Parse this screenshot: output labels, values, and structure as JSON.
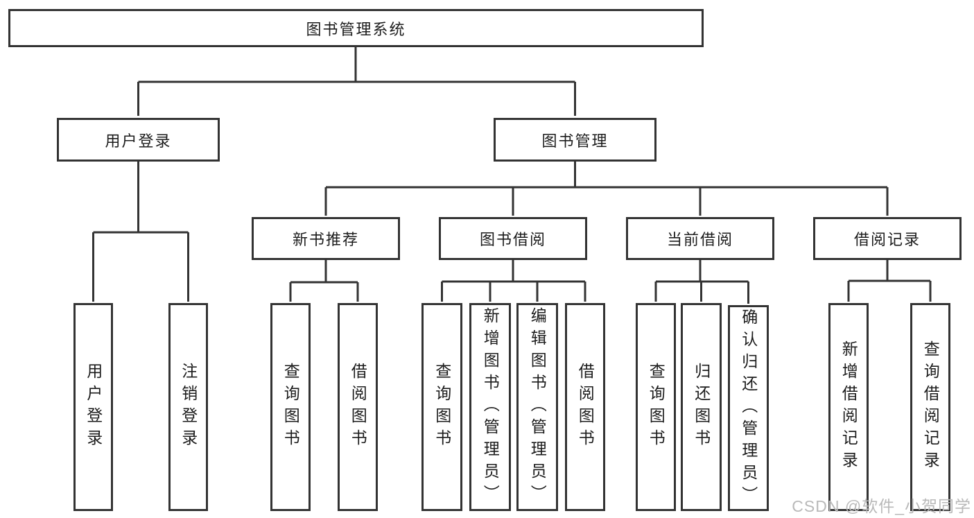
{
  "colors": {
    "line": "#333333",
    "box_border": "#333333",
    "text": "#1c1c1c",
    "watermark": "#b9b9b9",
    "background": "#ffffff"
  },
  "watermark": "CSDN @软件_小贺同学",
  "tree": {
    "label": "图书管理系统",
    "children": [
      {
        "label": "用户登录",
        "children": [
          {
            "label": "用户登录"
          },
          {
            "label": "注销登录"
          }
        ]
      },
      {
        "label": "图书管理",
        "children": [
          {
            "label": "新书推荐",
            "children": [
              {
                "label": "查询图书"
              },
              {
                "label": "借阅图书"
              }
            ]
          },
          {
            "label": "图书借阅",
            "children": [
              {
                "label": "查询图书"
              },
              {
                "label": "新增图书（管理员）"
              },
              {
                "label": "编辑图书（管理员）"
              },
              {
                "label": "借阅图书"
              }
            ]
          },
          {
            "label": "当前借阅",
            "children": [
              {
                "label": "查询图书"
              },
              {
                "label": "归还图书"
              },
              {
                "label": "确认归还（管理员）"
              }
            ]
          },
          {
            "label": "借阅记录",
            "children": [
              {
                "label": "新增借阅记录"
              },
              {
                "label": "查询借阅记录"
              }
            ]
          }
        ]
      }
    ]
  }
}
